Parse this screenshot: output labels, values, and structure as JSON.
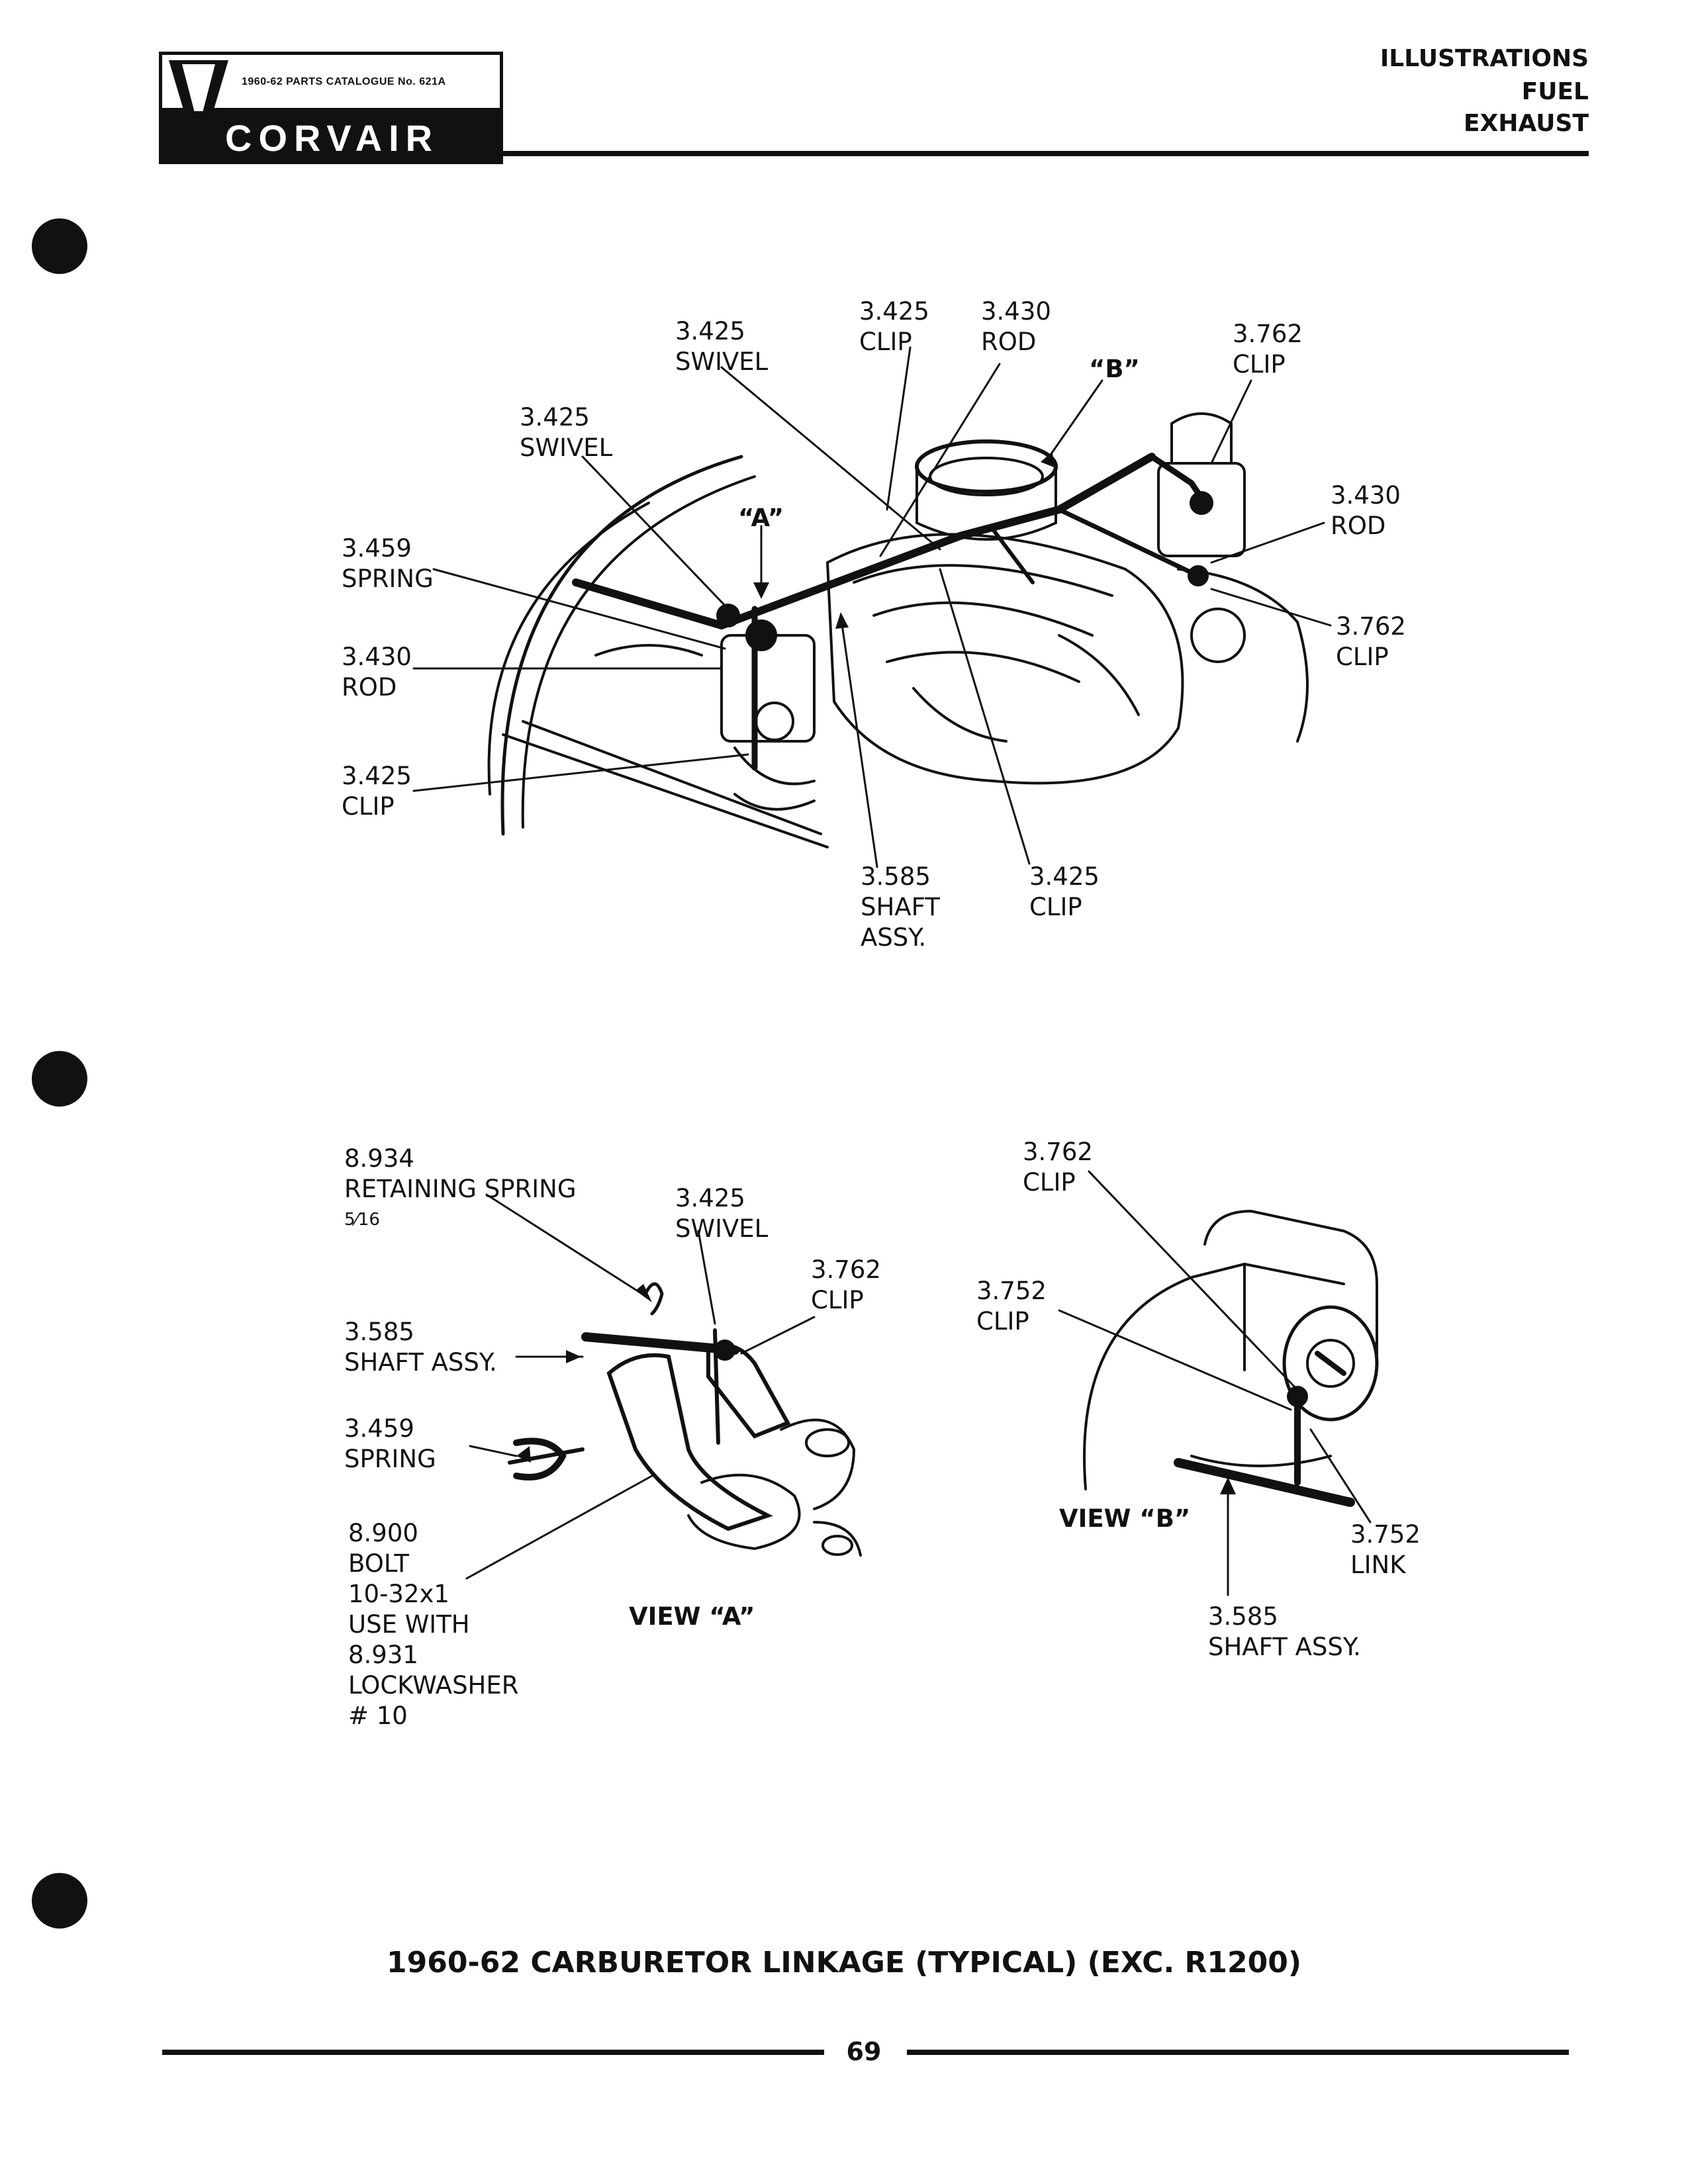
{
  "header": {
    "catalogue": "1960-62 PARTS CATALOGUE No. 621A",
    "brand": "CORVAIR",
    "sections": [
      "ILLUSTRATIONS",
      "FUEL",
      "EXHAUST"
    ]
  },
  "diagram_main": {
    "callouts": [
      {
        "id": "swivel_top",
        "lines": [
          "3.425",
          "SWIVEL"
        ]
      },
      {
        "id": "clip_top",
        "lines": [
          "3.425",
          "CLIP"
        ]
      },
      {
        "id": "rod_top",
        "lines": [
          "3.430",
          "ROD"
        ]
      },
      {
        "id": "b_marker",
        "lines": [
          "“B”"
        ]
      },
      {
        "id": "clip_topright",
        "lines": [
          "3.762",
          "CLIP"
        ]
      },
      {
        "id": "swivel_left",
        "lines": [
          "3.425",
          "SWIVEL"
        ]
      },
      {
        "id": "a_marker",
        "lines": [
          "“A”"
        ]
      },
      {
        "id": "rod_right",
        "lines": [
          "3.430",
          "ROD"
        ]
      },
      {
        "id": "spring_left",
        "lines": [
          "3.459",
          "SPRING"
        ]
      },
      {
        "id": "clip_right",
        "lines": [
          "3.762",
          "CLIP"
        ]
      },
      {
        "id": "rod_left",
        "lines": [
          "3.430",
          "ROD"
        ]
      },
      {
        "id": "clip_left",
        "lines": [
          "3.425",
          "CLIP"
        ]
      },
      {
        "id": "shaft_bottom",
        "lines": [
          "3.585",
          "SHAFT",
          "ASSY."
        ]
      },
      {
        "id": "clip_bottom",
        "lines": [
          "3.425",
          "CLIP"
        ]
      }
    ]
  },
  "view_a": {
    "title": "VIEW “A”",
    "callouts": [
      {
        "id": "retaining_spring",
        "lines": [
          "8.934",
          "RETAINING SPRING",
          "5⁄16"
        ]
      },
      {
        "id": "swivel",
        "lines": [
          "3.425",
          "SWIVEL"
        ]
      },
      {
        "id": "clip",
        "lines": [
          "3.762",
          "CLIP"
        ]
      },
      {
        "id": "shaft",
        "lines": [
          "3.585",
          "SHAFT ASSY."
        ]
      },
      {
        "id": "spring",
        "lines": [
          "3.459",
          "SPRING"
        ]
      },
      {
        "id": "bolt",
        "lines": [
          "8.900",
          "BOLT",
          "10-32x1",
          "USE WITH",
          "8.931",
          "LOCKWASHER",
          "# 10"
        ]
      }
    ]
  },
  "view_b": {
    "title": "VIEW “B”",
    "callouts": [
      {
        "id": "clip_top",
        "lines": [
          "3.762",
          "CLIP"
        ]
      },
      {
        "id": "clip_mid",
        "lines": [
          "3.752",
          "CLIP"
        ]
      },
      {
        "id": "link",
        "lines": [
          "3.752",
          "LINK"
        ]
      },
      {
        "id": "shaft",
        "lines": [
          "3.585",
          "SHAFT ASSY."
        ]
      }
    ]
  },
  "caption": "1960-62 CARBURETOR LINKAGE (TYPICAL) (EXC. R1200)",
  "page_number": "69"
}
